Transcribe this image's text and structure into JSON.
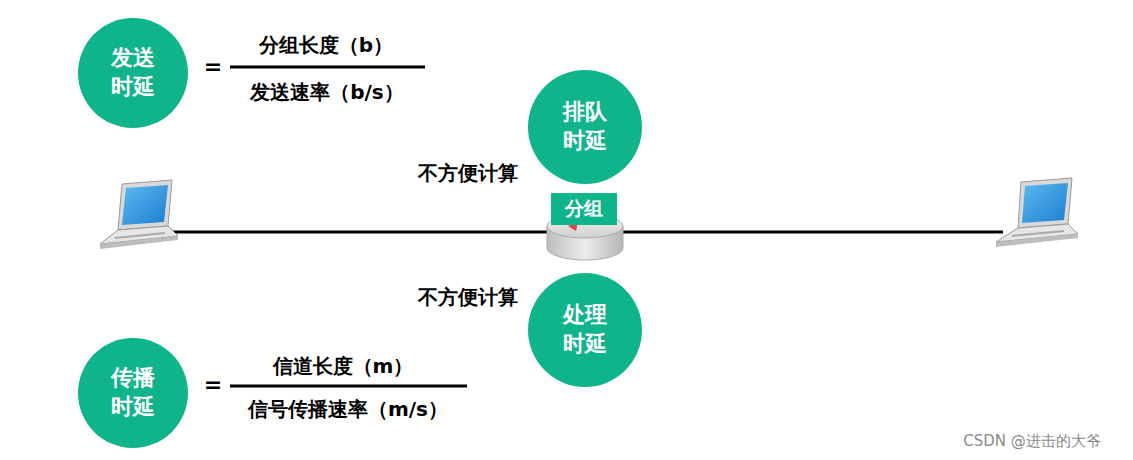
{
  "diagram": {
    "nodes": [
      {
        "text": [
          "发送时延"
        ]
      },
      {
        "text": [
          "排队时延"
        ]
      },
      {
        "text": [
          "分组"
        ]
      },
      {
        "text": [
          "处理时延"
        ]
      },
      {
        "text": [
          "传播时延"
        ]
      }
    ],
    "labels": [
      "=",
      "分组长度（b）",
      "发送速率（b/s）",
      "不方便计算",
      "不方便计算",
      "=",
      "信道长度（m）",
      "信号传播速率（m/s）",
      "CSDN @进击的大爷"
    ]
  }
}
